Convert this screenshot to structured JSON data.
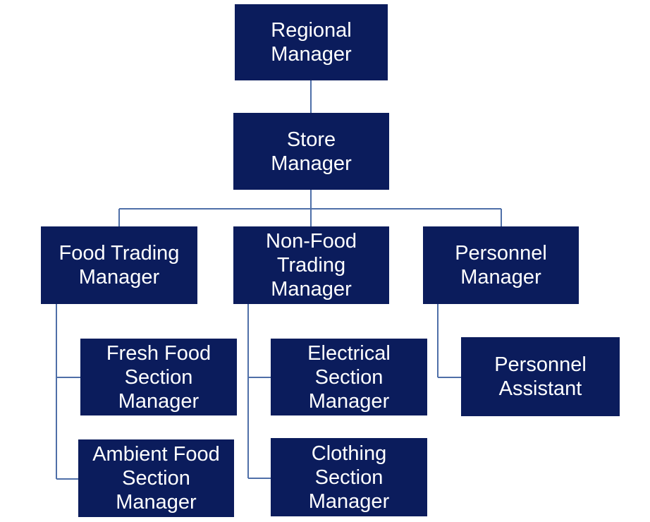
{
  "colors": {
    "box_fill": "#0b1c5c",
    "box_text": "#ffffff",
    "connector": "#4f6fa8",
    "background": "#ffffff"
  },
  "org_chart": {
    "regional_manager": "Regional\nManager",
    "store_manager": "Store\nManager",
    "food_trading_manager": "Food Trading\nManager",
    "non_food_trading_manager": "Non-Food\nTrading\nManager",
    "personnel_manager": "Personnel\nManager",
    "fresh_food_section_manager": "Fresh Food\nSection\nManager",
    "ambient_food_section_manager": "Ambient Food\nSection\nManager",
    "electrical_section_manager": "Electrical\nSection\nManager",
    "clothing_section_manager": "Clothing\nSection\nManager",
    "personnel_assistant": "Personnel\nAssistant"
  }
}
